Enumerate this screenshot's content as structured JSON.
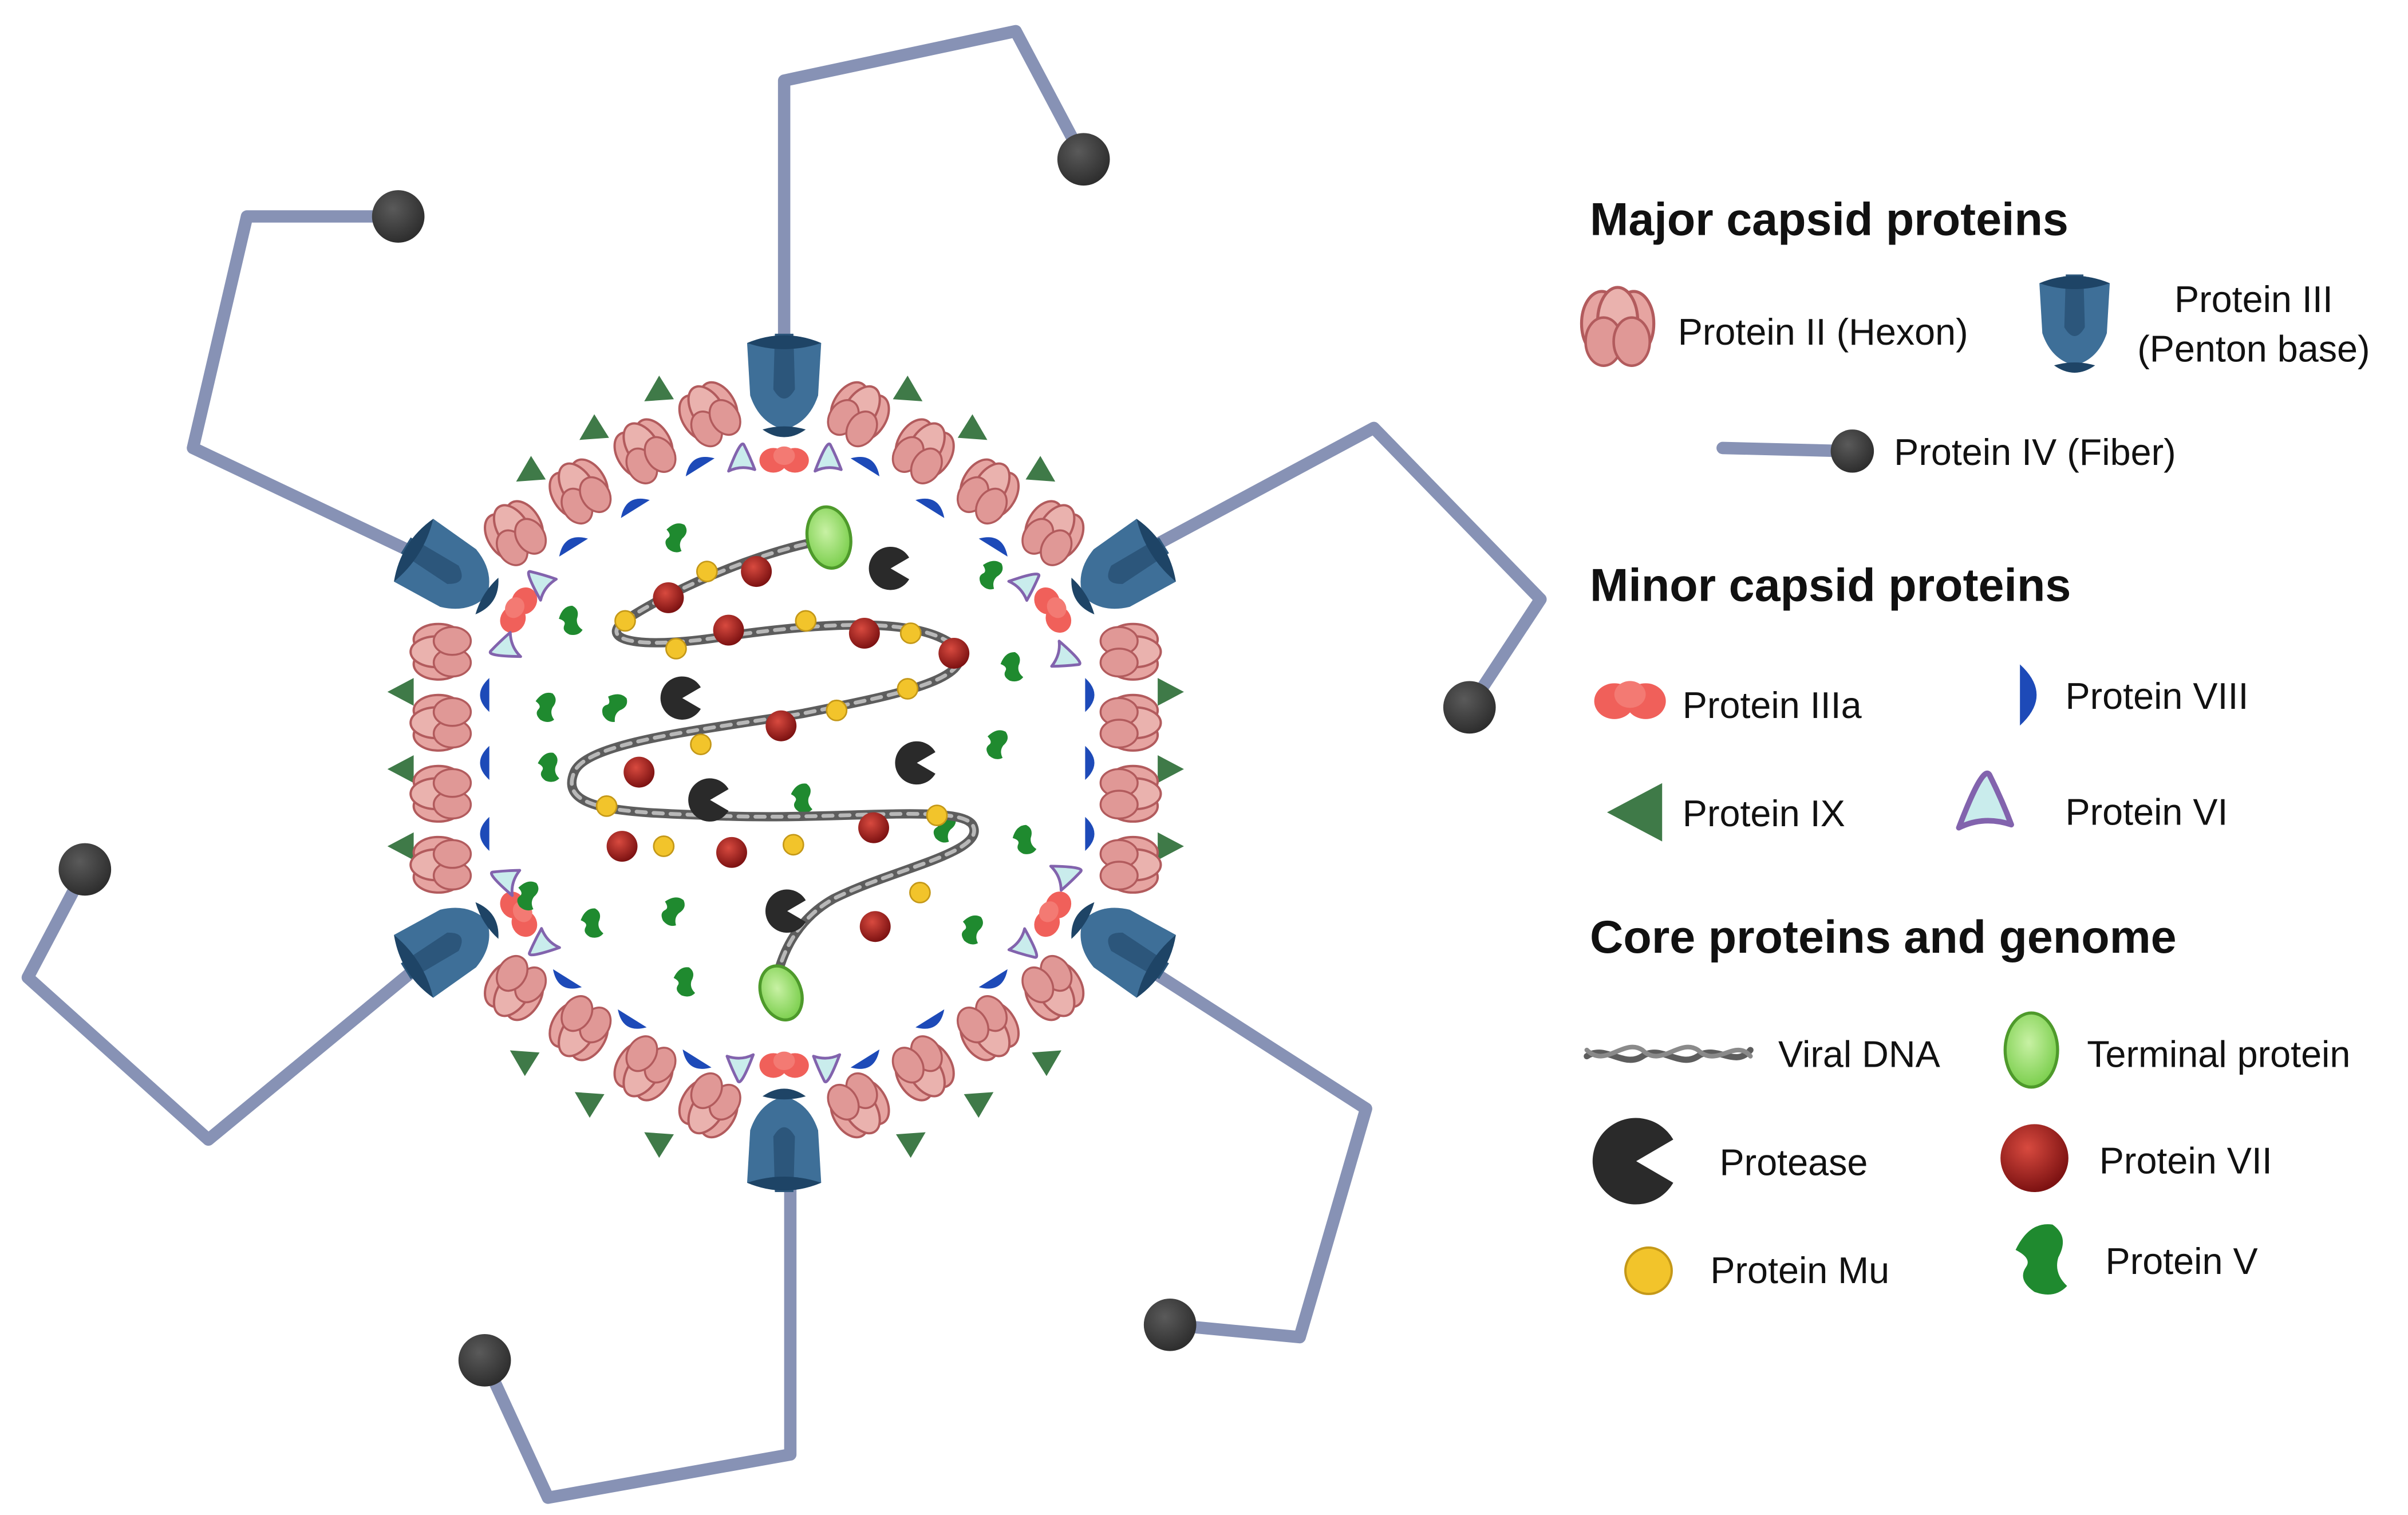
{
  "legend": {
    "major": {
      "heading": "Major capsid proteins",
      "hexon": "Protein II (Hexon)",
      "penton_line1": "Protein III",
      "penton_line2": "(Penton base)",
      "fiber": "Protein IV (Fiber)"
    },
    "minor": {
      "heading": "Minor capsid proteins",
      "iiia": "Protein IIIa",
      "viii": "Protein VIII",
      "ix": "Protein IX",
      "vi": "Protein VI"
    },
    "core": {
      "heading": "Core proteins and genome",
      "dna": "Viral DNA",
      "terminal": "Terminal protein",
      "protease": "Protease",
      "vii": "Protein VII",
      "mu": "Protein Mu",
      "v": "Protein V"
    }
  },
  "colors": {
    "hexon": "#e5a3a0",
    "hexon_stroke": "#b25b5d",
    "penton": "#3e6f98",
    "penton_dark": "#214a6c",
    "fiber": "#8792b5",
    "fiber_knob": "#3f3f3f",
    "iiia": "#f0605a",
    "viii": "#1d4ab8",
    "ix": "#3f7a48",
    "vi_fill": "#c9ecec",
    "vi_stroke": "#8263ad",
    "dna": "#777777",
    "terminal": "#a6e27e",
    "terminal_stroke": "#4e9a2b",
    "protease": "#2a2a2a",
    "vii": "#a11c1c",
    "mu": "#f2c42b",
    "v": "#1f8a2f"
  },
  "icons": [
    "hexon-icon",
    "penton-base-icon",
    "fiber-icon",
    "protein-iiia-icon",
    "protein-viii-icon",
    "protein-ix-icon",
    "protein-vi-icon",
    "viral-dna-icon",
    "terminal-protein-icon",
    "protease-icon",
    "protein-vii-icon",
    "protein-mu-icon",
    "protein-v-icon"
  ]
}
